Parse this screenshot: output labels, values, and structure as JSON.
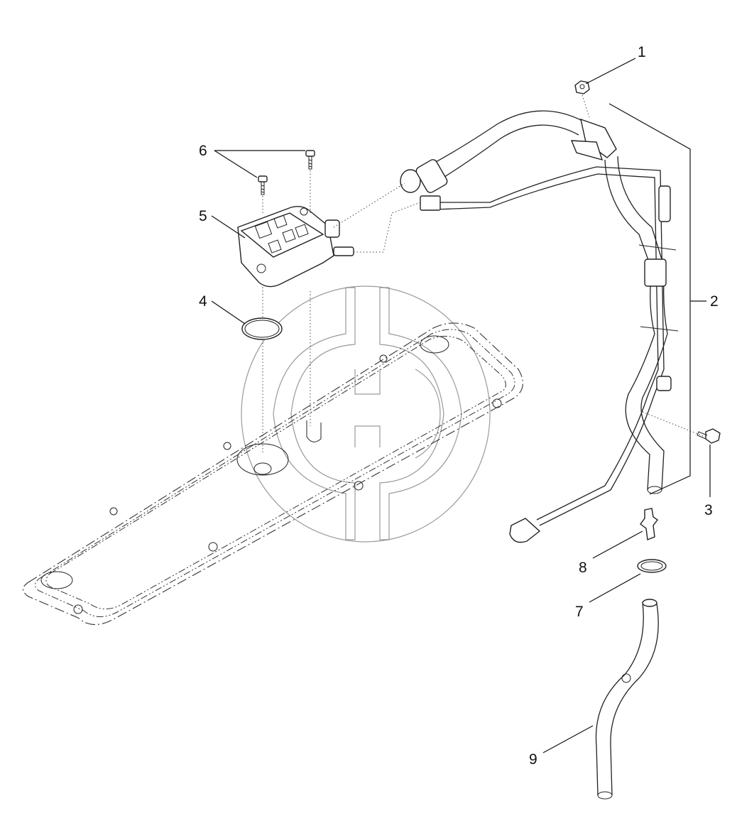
{
  "callouts": [
    {
      "id": "1",
      "label": "1"
    },
    {
      "id": "2",
      "label": "2"
    },
    {
      "id": "3",
      "label": "3"
    },
    {
      "id": "4",
      "label": "4"
    },
    {
      "id": "5",
      "label": "5"
    },
    {
      "id": "6",
      "label": "6"
    },
    {
      "id": "7",
      "label": "7"
    },
    {
      "id": "8",
      "label": "8"
    },
    {
      "id": "9",
      "label": "9"
    }
  ],
  "watermark": "gd-logo-watermark",
  "colors": {
    "line": "#222222",
    "background": "#ffffff",
    "watermark": "#888888"
  }
}
